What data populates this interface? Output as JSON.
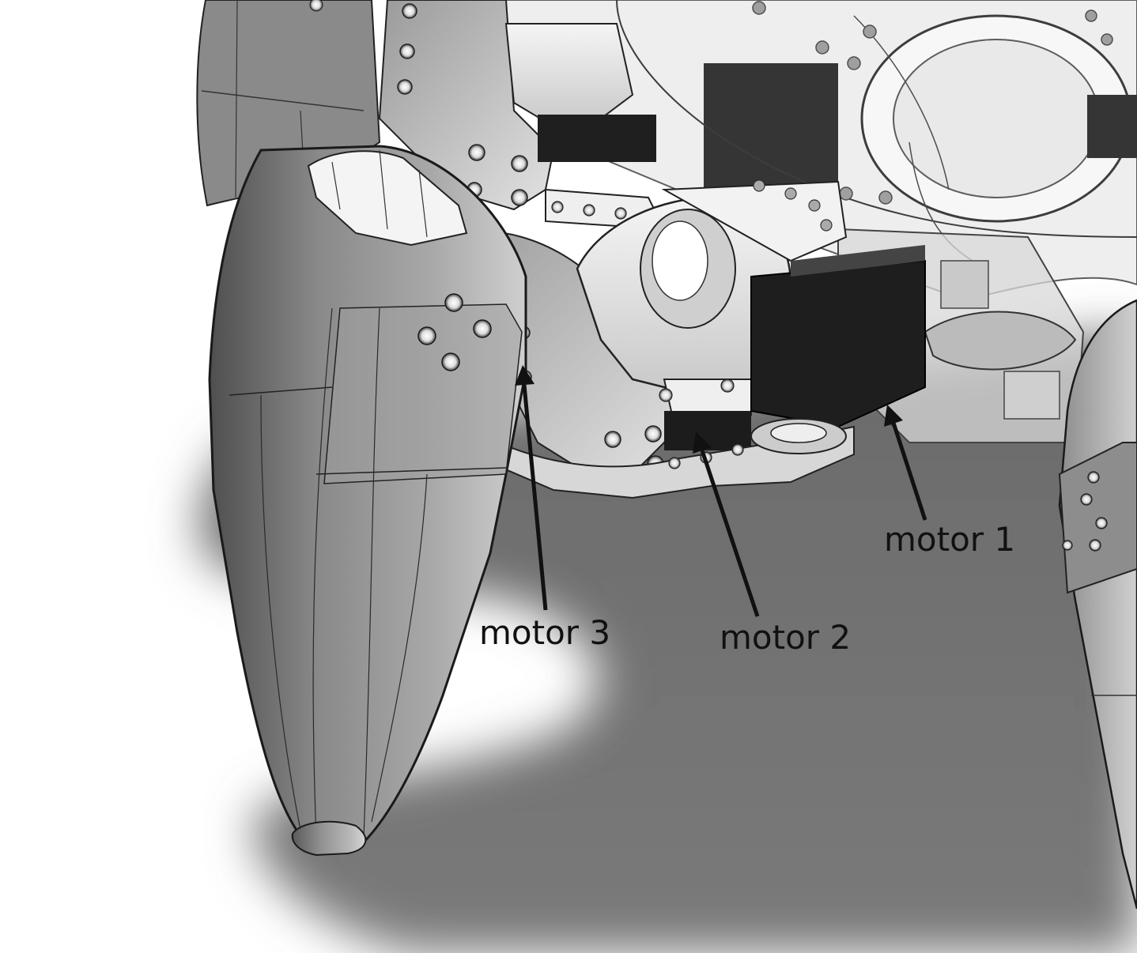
{
  "callouts": [
    {
      "id": "motor1",
      "text": "motor 1"
    },
    {
      "id": "motor2",
      "text": "motor 2"
    },
    {
      "id": "motor3",
      "text": "motor 3"
    }
  ],
  "colors": {
    "background": "#ffffff",
    "shadow": "#6f6f6f",
    "part_light": "#e6e6e6",
    "part_mid": "#a9a9a9",
    "part_dark": "#5d5d5d",
    "motor_black": "#1e1e1e",
    "edge_line": "#222222",
    "label_text": "#111111"
  }
}
